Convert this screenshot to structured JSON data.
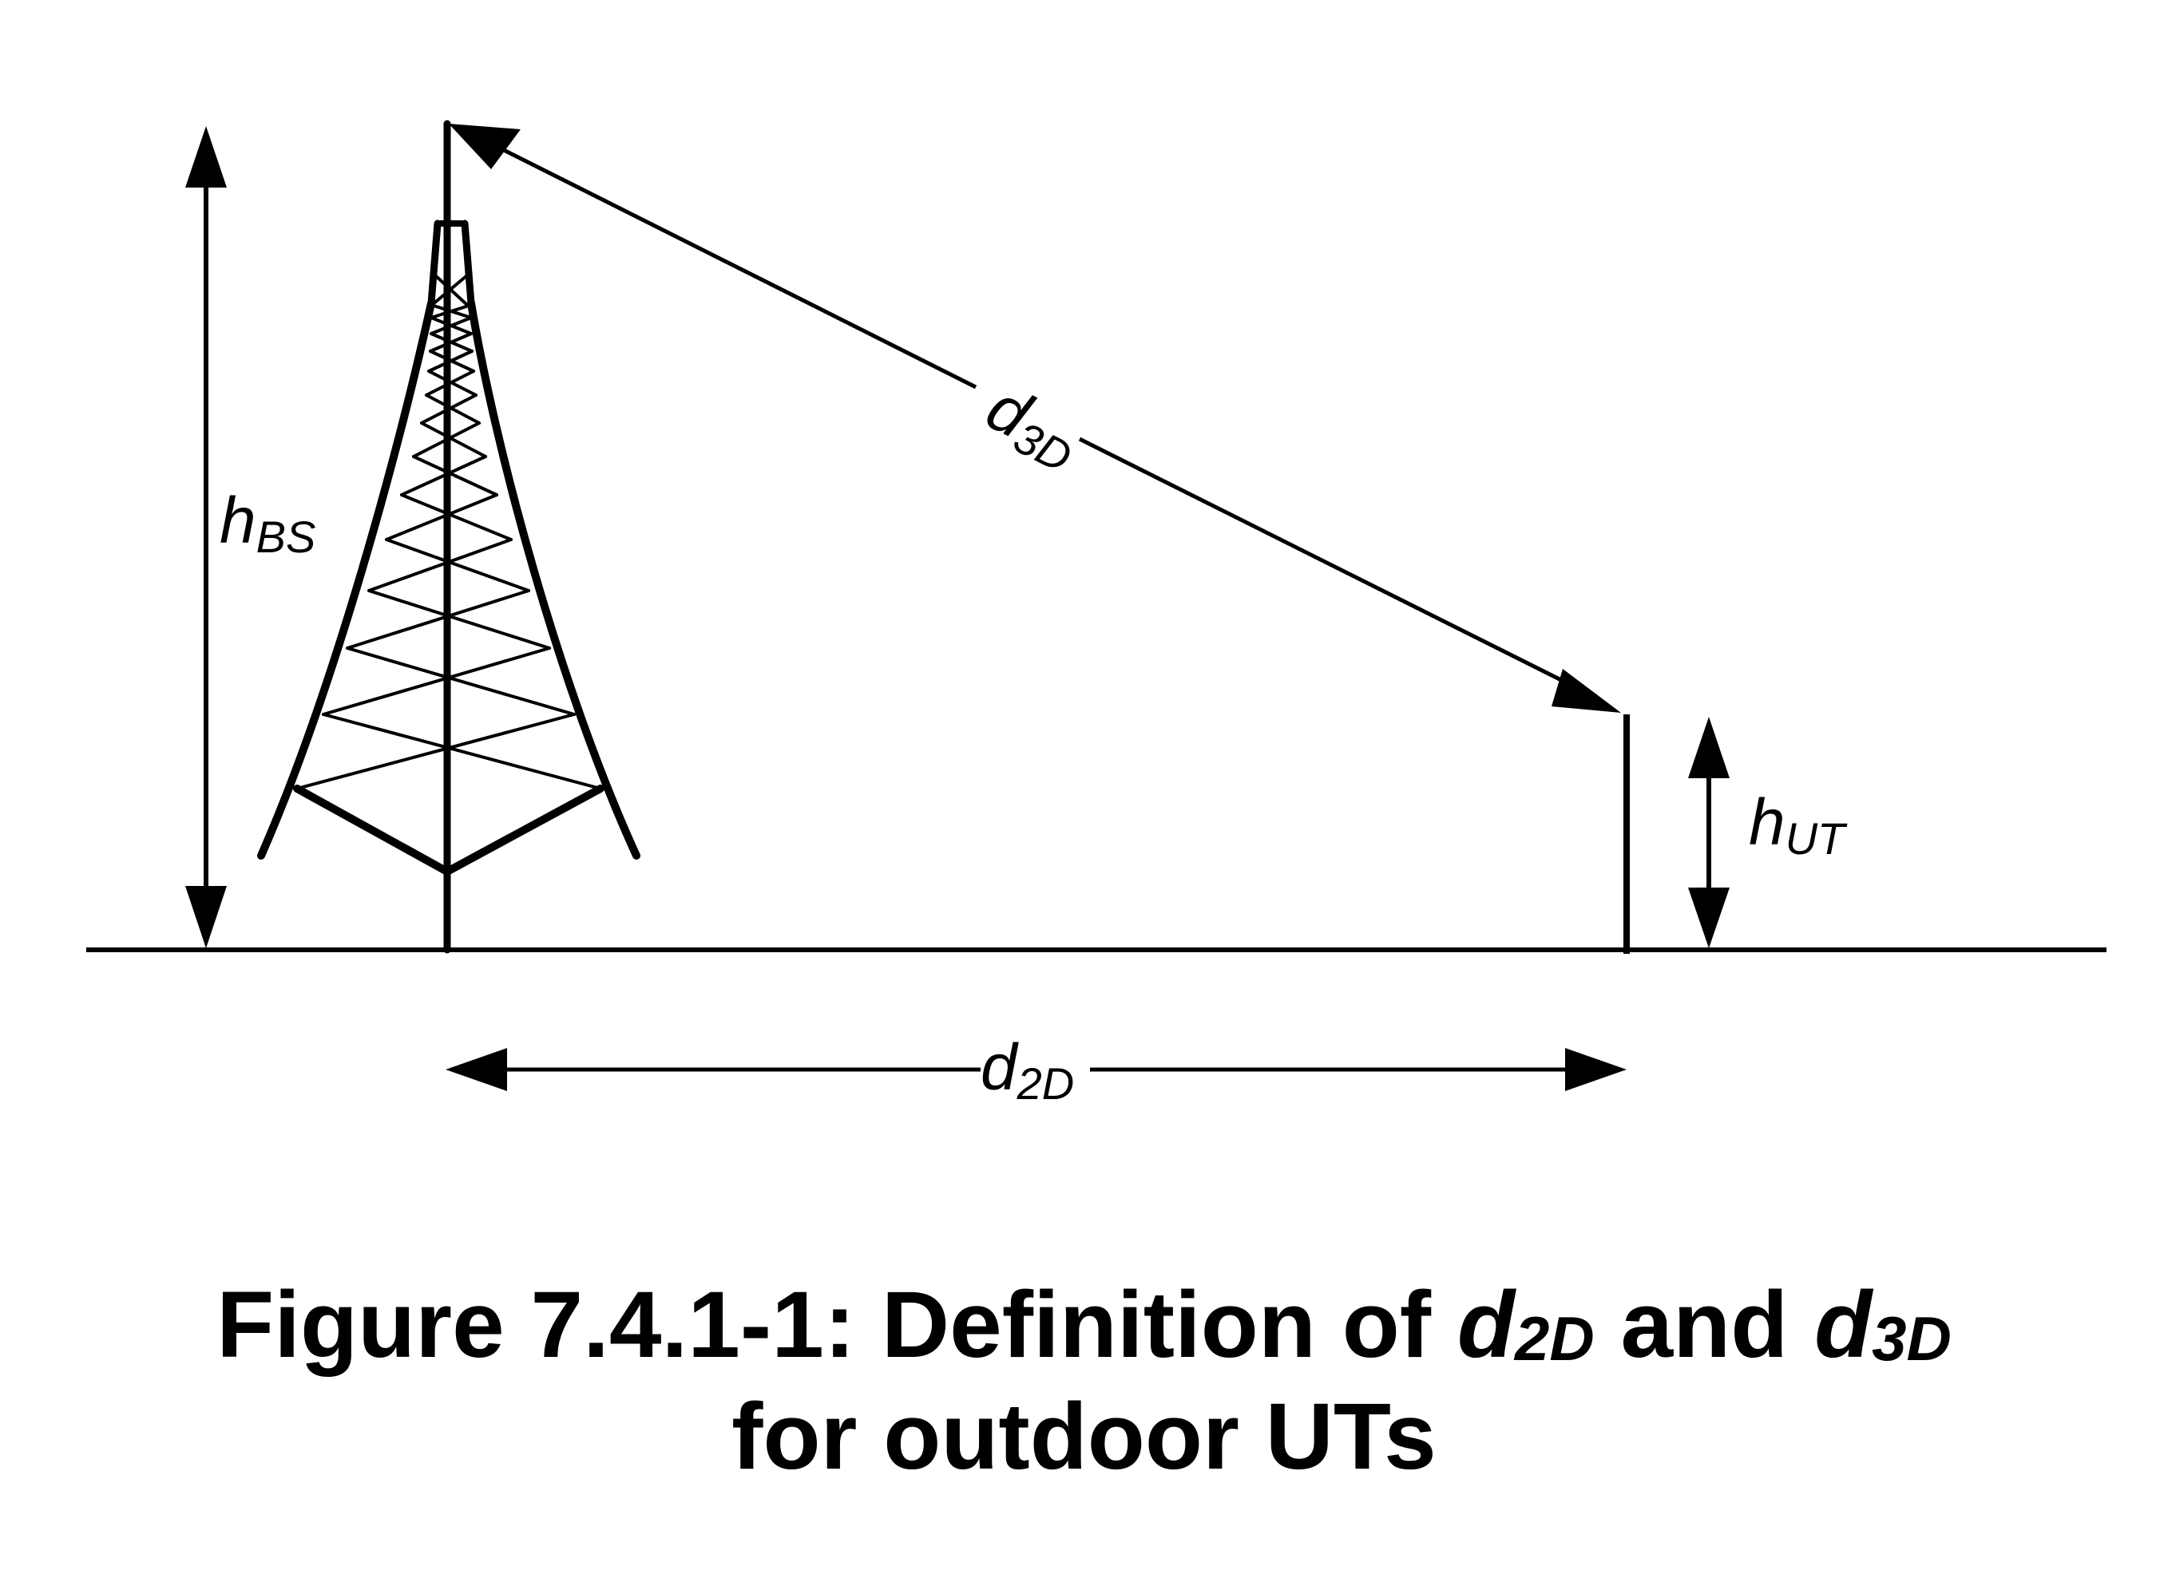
{
  "diagram": {
    "labels": {
      "h_bs": {
        "main": "h",
        "sub": "BS"
      },
      "h_ut": {
        "main": "h",
        "sub": "UT"
      },
      "d_3d": {
        "main": "d",
        "sub": "3D"
      },
      "d_2d": {
        "main": "d",
        "sub": "2D"
      }
    }
  },
  "caption": {
    "line1_prefix": "Figure 7.4.1-1: Definition of ",
    "d2d_main": "d",
    "d2d_sub": "2D",
    "and_text": " and ",
    "d3d_main": "d",
    "d3d_sub": "3D",
    "line2": "for outdoor UTs"
  }
}
